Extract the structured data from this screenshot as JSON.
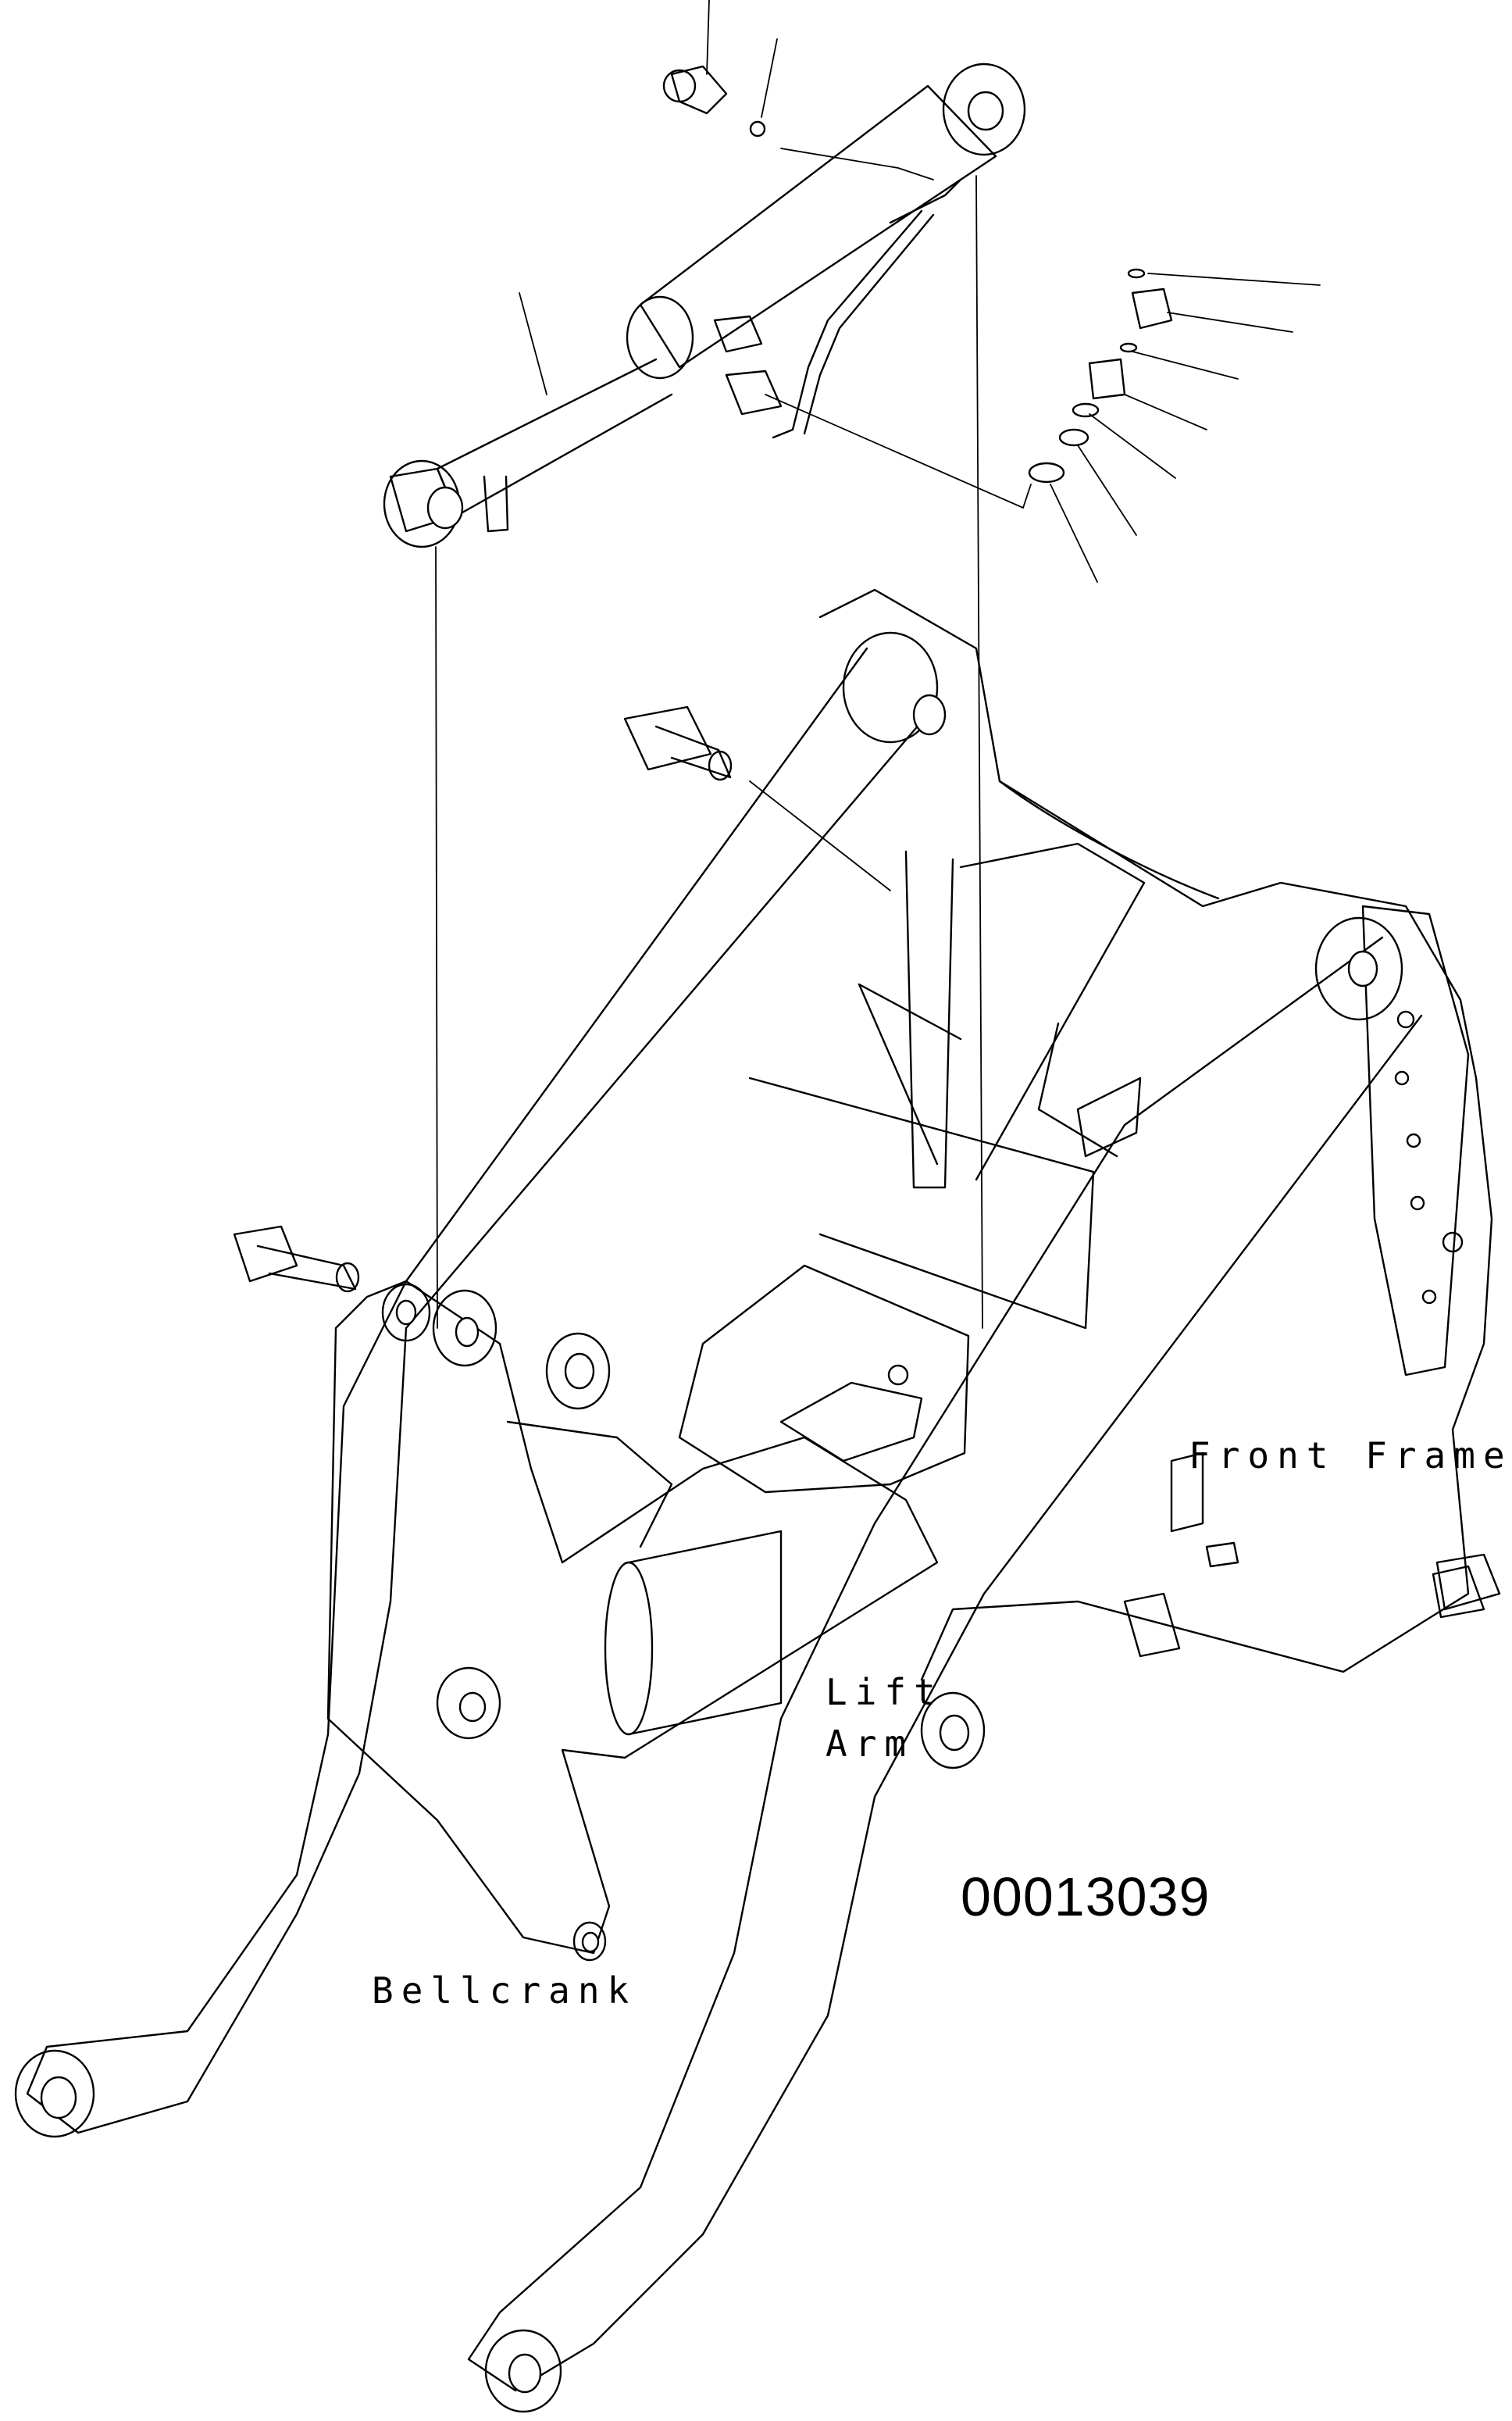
{
  "labels": {
    "front_frame": "Front Frame",
    "lift_arm_line1": "Lift",
    "lift_arm_line2": "Arm",
    "bellcrank": "Bellcrank"
  },
  "figure_number": "00013039",
  "colors": {
    "line": "#000000",
    "background": "#ffffff"
  }
}
